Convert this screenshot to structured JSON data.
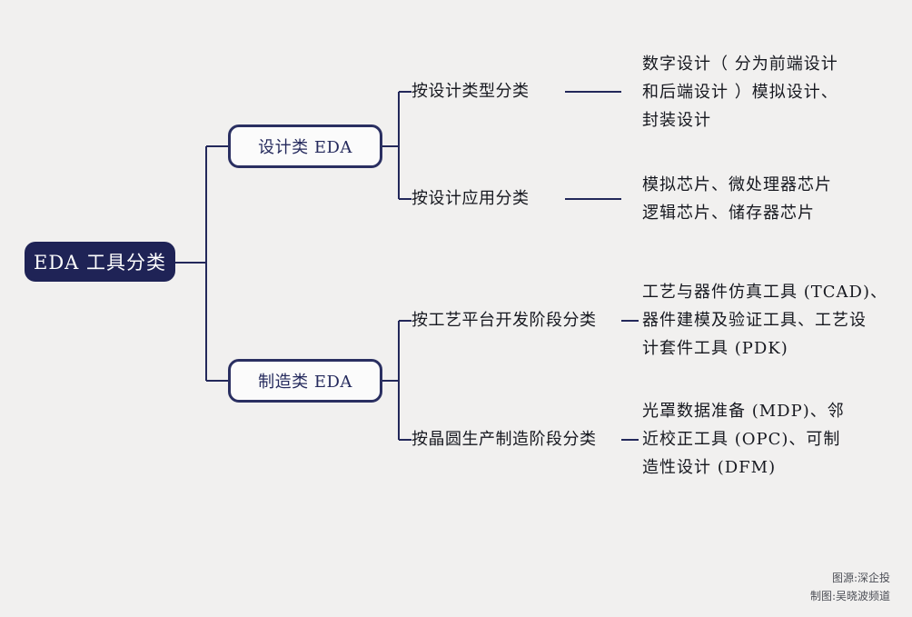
{
  "colors": {
    "background": "#f1f0ef",
    "navy": "#1f2356",
    "node_border": "#2a2f61",
    "text": "#16181f"
  },
  "root": {
    "label": "EDA 工具分类"
  },
  "categories": [
    {
      "label": "设计类 EDA",
      "branches": [
        {
          "label": "按设计类型分类",
          "leaf": "数字设计（ 分为前端设计\n和后端设计 ）模拟设计、\n封装设计"
        },
        {
          "label": "按设计应用分类",
          "leaf": "模拟芯片、微处理器芯片\n逻辑芯片、储存器芯片"
        }
      ]
    },
    {
      "label": "制造类 EDA",
      "branches": [
        {
          "label": "按工艺平台开发阶段分类",
          "leaf": "工艺与器件仿真工具 (TCAD)、\n器件建模及验证工具、工艺设\n计套件工具 (PDK)"
        },
        {
          "label": "按晶圆生产制造阶段分类",
          "leaf": "光罩数据准备 (MDP)、邻\n近校正工具 (OPC)、可制\n造性设计 (DFM)"
        }
      ]
    }
  ],
  "credits": {
    "source": "图源:深企投",
    "author": "制图:吴晓波频道"
  }
}
